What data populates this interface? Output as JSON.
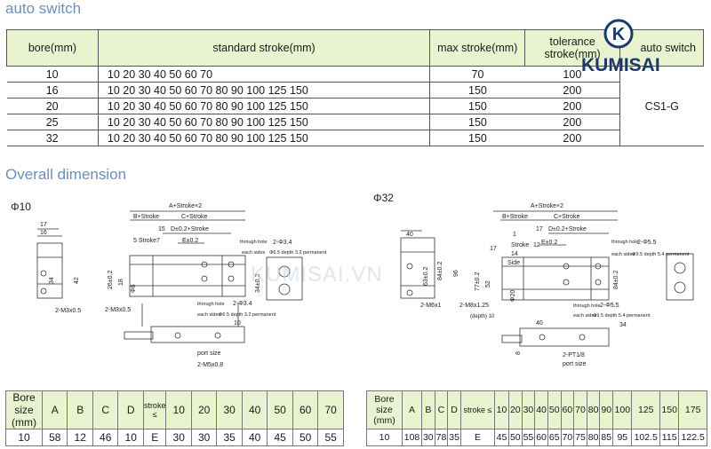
{
  "headings": {
    "auto_switch": "auto switch",
    "overall": "Overall dimension"
  },
  "spec_table": {
    "headers": [
      "bore(mm)",
      "standard stroke(mm)",
      "max stroke(mm)",
      "tolerance stroke(mm)",
      "auto switch"
    ],
    "rows": [
      [
        "10",
        "10 20 30 40 50 60 70",
        "70",
        "100"
      ],
      [
        "16",
        "10 20 30 40 50 60 70 80 90 100 125 150",
        "150",
        "200"
      ],
      [
        "20",
        "10 20 30 40 50 60 70 80 90 100 125 150",
        "150",
        "200"
      ],
      [
        "25",
        "10 20 30 40 50 60 70 80 90 100 125 150",
        "150",
        "200"
      ],
      [
        "32",
        "10 20 30 40 50 60 70 80 90 100 125 150",
        "150",
        "200"
      ]
    ],
    "auto_switch_value": "CS1-G"
  },
  "logo": {
    "letter": "K",
    "name": "KUMISAI"
  },
  "watermark": "KUMISAI.VN",
  "drawings": {
    "left": {
      "label": "Φ10",
      "texts": {
        "a_stroke": "A+Stroke×2",
        "b_stroke": "B+Stroke",
        "c_stroke": "C+Stroke",
        "d_stroke": "D±0.2+Stroke",
        "e_tol": "E±0.2",
        "stroke": "5 Stroke",
        "through": "through hole",
        "d34a": "2-Φ3.4",
        "each_sides": "each sides",
        "perm": "Φ6.5 depth 3.2 permanent",
        "d34b": "2-Φ3.4",
        "m3x05a": "2-M3x0.5",
        "m3x05b": "2-M3x0.5",
        "port": "port size",
        "m5": "2-M5x0.8",
        "d17": "17",
        "d16": "16",
        "d34": "34",
        "d42": "42",
        "d26": "26±0.2",
        "d18": "18",
        "d15": "15",
        "d7": "7",
        "d6": "Φ6",
        "d34v": "34±0.2",
        "d10": "10"
      }
    },
    "right": {
      "label": "Φ32",
      "texts": {
        "a_stroke": "A+Stroke×2",
        "b_stroke": "B+Stroke",
        "c_stroke": "C+Stroke",
        "d_stroke": "D±0.2+Stroke",
        "e_tol": "E±0.2",
        "stroke": "Stroke",
        "d1": "1",
        "d14": "14",
        "side": "Side",
        "d12": "12",
        "through": "through hole",
        "d55a": "2-Φ5.5",
        "each_sides": "each sides",
        "perm": "Φ9.5 depth 5.4 permanent",
        "d55b": "2-Φ5.5",
        "m6": "2-M6x1",
        "m8": "2-M8x1.25",
        "depth": "(depth) 10",
        "port": "port size",
        "pt": "2-PT1/8",
        "d40": "40",
        "d77": "77±0.2",
        "d52": "52",
        "d17": "17",
        "d63": "63±0.2",
        "d96": "96",
        "d8": "8",
        "d40b": "40",
        "d20": "Φ20",
        "d84": "84±0.2",
        "d34": "34"
      }
    }
  },
  "dim_left": {
    "headers": [
      "Bore size (mm)",
      "A",
      "B",
      "C",
      "D",
      "stroke ≤",
      "10",
      "20",
      "30",
      "40",
      "50",
      "60",
      "70"
    ],
    "row": [
      "10",
      "58",
      "12",
      "46",
      "10",
      "E",
      "30",
      "30",
      "35",
      "40",
      "45",
      "50",
      "55"
    ]
  },
  "dim_right": {
    "headers": [
      "Bore size (mm)",
      "A",
      "B",
      "C",
      "D",
      "stroke ≤",
      "10",
      "20",
      "30",
      "40",
      "50",
      "60",
      "70",
      "80",
      "90",
      "100",
      "125",
      "150",
      "175"
    ],
    "row": [
      "10",
      "108",
      "30",
      "78",
      "35",
      "E",
      "45",
      "50",
      "55",
      "60",
      "65",
      "70",
      "75",
      "80",
      "85",
      "95",
      "102.5",
      "115",
      "122.5"
    ]
  }
}
